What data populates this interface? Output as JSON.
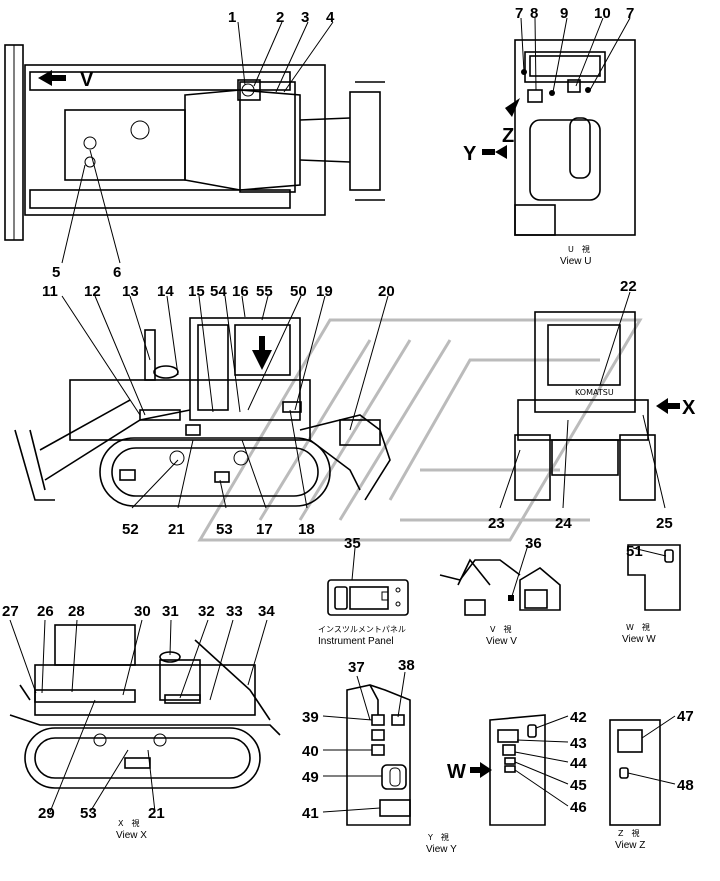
{
  "callouts": [
    "1",
    "2",
    "3",
    "4",
    "5",
    "6",
    "7",
    "8",
    "9",
    "10",
    "7",
    "11",
    "12",
    "13",
    "14",
    "15",
    "54",
    "16",
    "55",
    "50",
    "19",
    "20",
    "22",
    "52",
    "21",
    "53",
    "17",
    "18",
    "23",
    "24",
    "25",
    "35",
    "36",
    "51",
    "27",
    "26",
    "28",
    "30",
    "31",
    "32",
    "33",
    "34",
    "29",
    "53",
    "21",
    "37",
    "38",
    "39",
    "40",
    "49",
    "41",
    "42",
    "43",
    "44",
    "45",
    "46",
    "47",
    "48"
  ],
  "view_letters": {
    "v": "V",
    "x": "X",
    "y": "Y",
    "z": "Z",
    "w": "W"
  },
  "captions": {
    "view_u_jp": "U　視",
    "view_u": "View  U",
    "instrument_jp": "インスツルメントパネル",
    "instrument": "Instrument  Panel",
    "view_v_jp": "V　視",
    "view_v": "View  V",
    "view_w_jp": "W　視",
    "view_w": "View  W",
    "view_x_jp": "X　視",
    "view_x": "View  X",
    "view_y_jp": "Y　視",
    "view_y": "View  Y",
    "view_z_jp": "Z　視",
    "view_z": "View  Z"
  }
}
